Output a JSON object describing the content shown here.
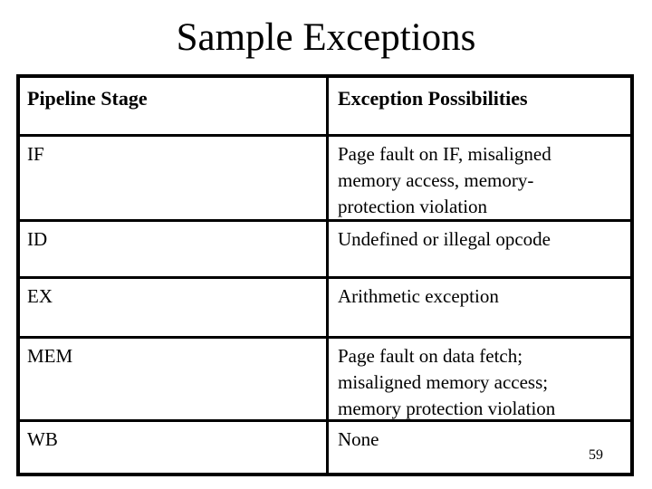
{
  "slide": {
    "title": "Sample Exceptions",
    "page_number": "59"
  },
  "table": {
    "columns": {
      "stage": "Pipeline Stage",
      "exceptions": "Exception Possibilities"
    },
    "rows": [
      {
        "stage": "IF",
        "exceptions": "Page fault on IF, misaligned memory access, memory-protection violation"
      },
      {
        "stage": "ID",
        "exceptions": "Undefined or illegal opcode"
      },
      {
        "stage": "EX",
        "exceptions": "Arithmetic exception"
      },
      {
        "stage": "MEM",
        "exceptions": "Page fault on data fetch; misaligned memory access; memory protection violation"
      },
      {
        "stage": "WB",
        "exceptions": "None"
      }
    ]
  },
  "colors": {
    "background": "#ffffff",
    "text": "#000000",
    "border": "#000000"
  }
}
